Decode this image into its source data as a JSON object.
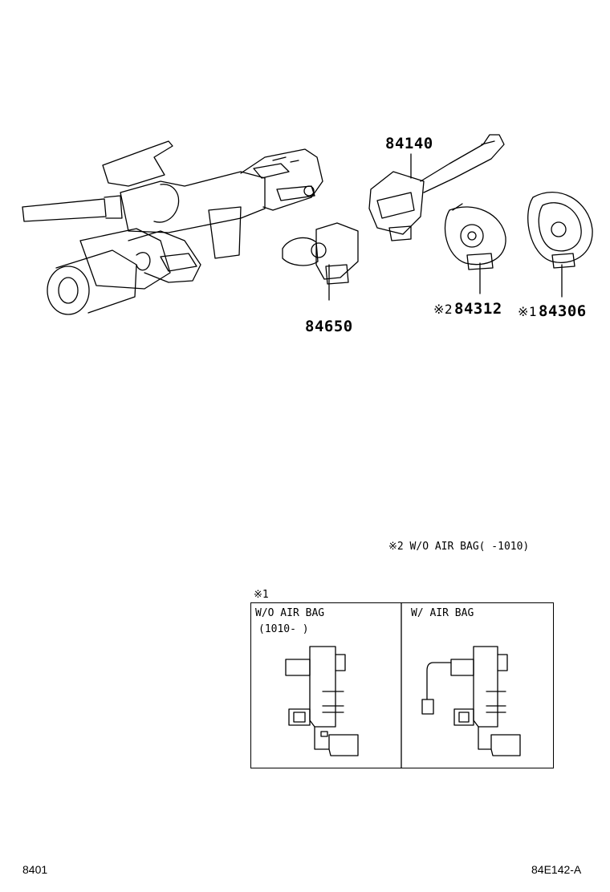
{
  "parts": [
    {
      "id": "84140",
      "mark": ""
    },
    {
      "id": "84650",
      "mark": ""
    },
    {
      "id": "84312",
      "mark": "※2"
    },
    {
      "id": "84306",
      "mark": "※1"
    }
  ],
  "notes": {
    "note2": "※2 W/O AIR BAG(    -1010)",
    "note1_mark": "※1"
  },
  "variant_box": {
    "left": {
      "title": "W/O AIR BAG",
      "subtitle": "(1010-    )"
    },
    "right": {
      "title": "W/ AIR BAG",
      "subtitle": ""
    }
  },
  "footer": {
    "left": "8401",
    "right": "84E142-A"
  }
}
